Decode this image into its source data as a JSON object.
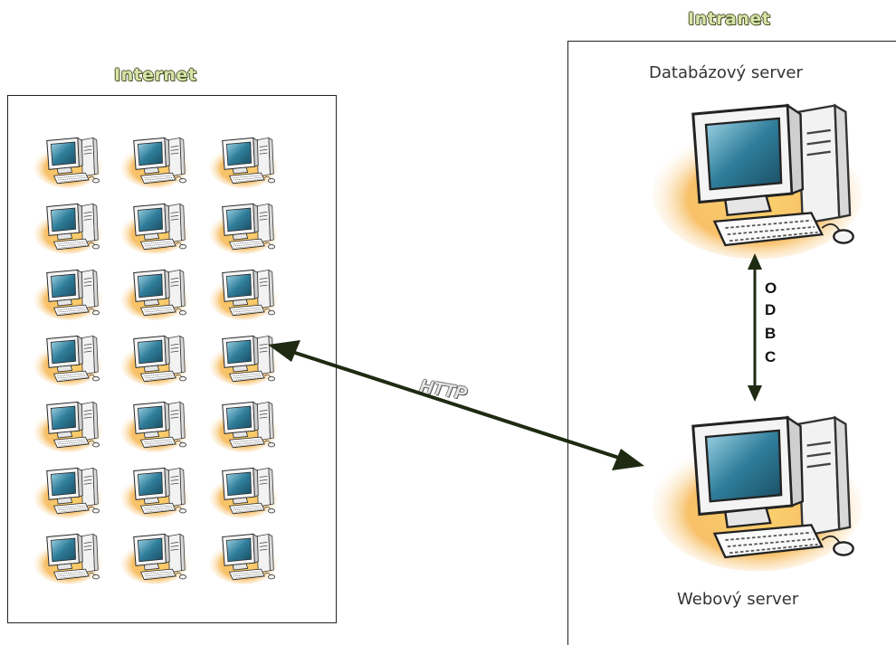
{
  "internet": {
    "title": "Internet",
    "grid_rows": 7,
    "grid_cols": 3
  },
  "intranet": {
    "title": "Intranet",
    "database_server_label": "Databázový server",
    "web_server_label": "Webový server"
  },
  "connections": {
    "http_label": "HTTP",
    "odbc_letters": [
      "O",
      "D",
      "B",
      "C"
    ]
  },
  "colors": {
    "title_fill": "#d7e3a8",
    "title_outline": "#4a5228",
    "arrow": "#1f2a12",
    "monitor_screen": "#2f7d9a",
    "glow": "#f6b233"
  }
}
